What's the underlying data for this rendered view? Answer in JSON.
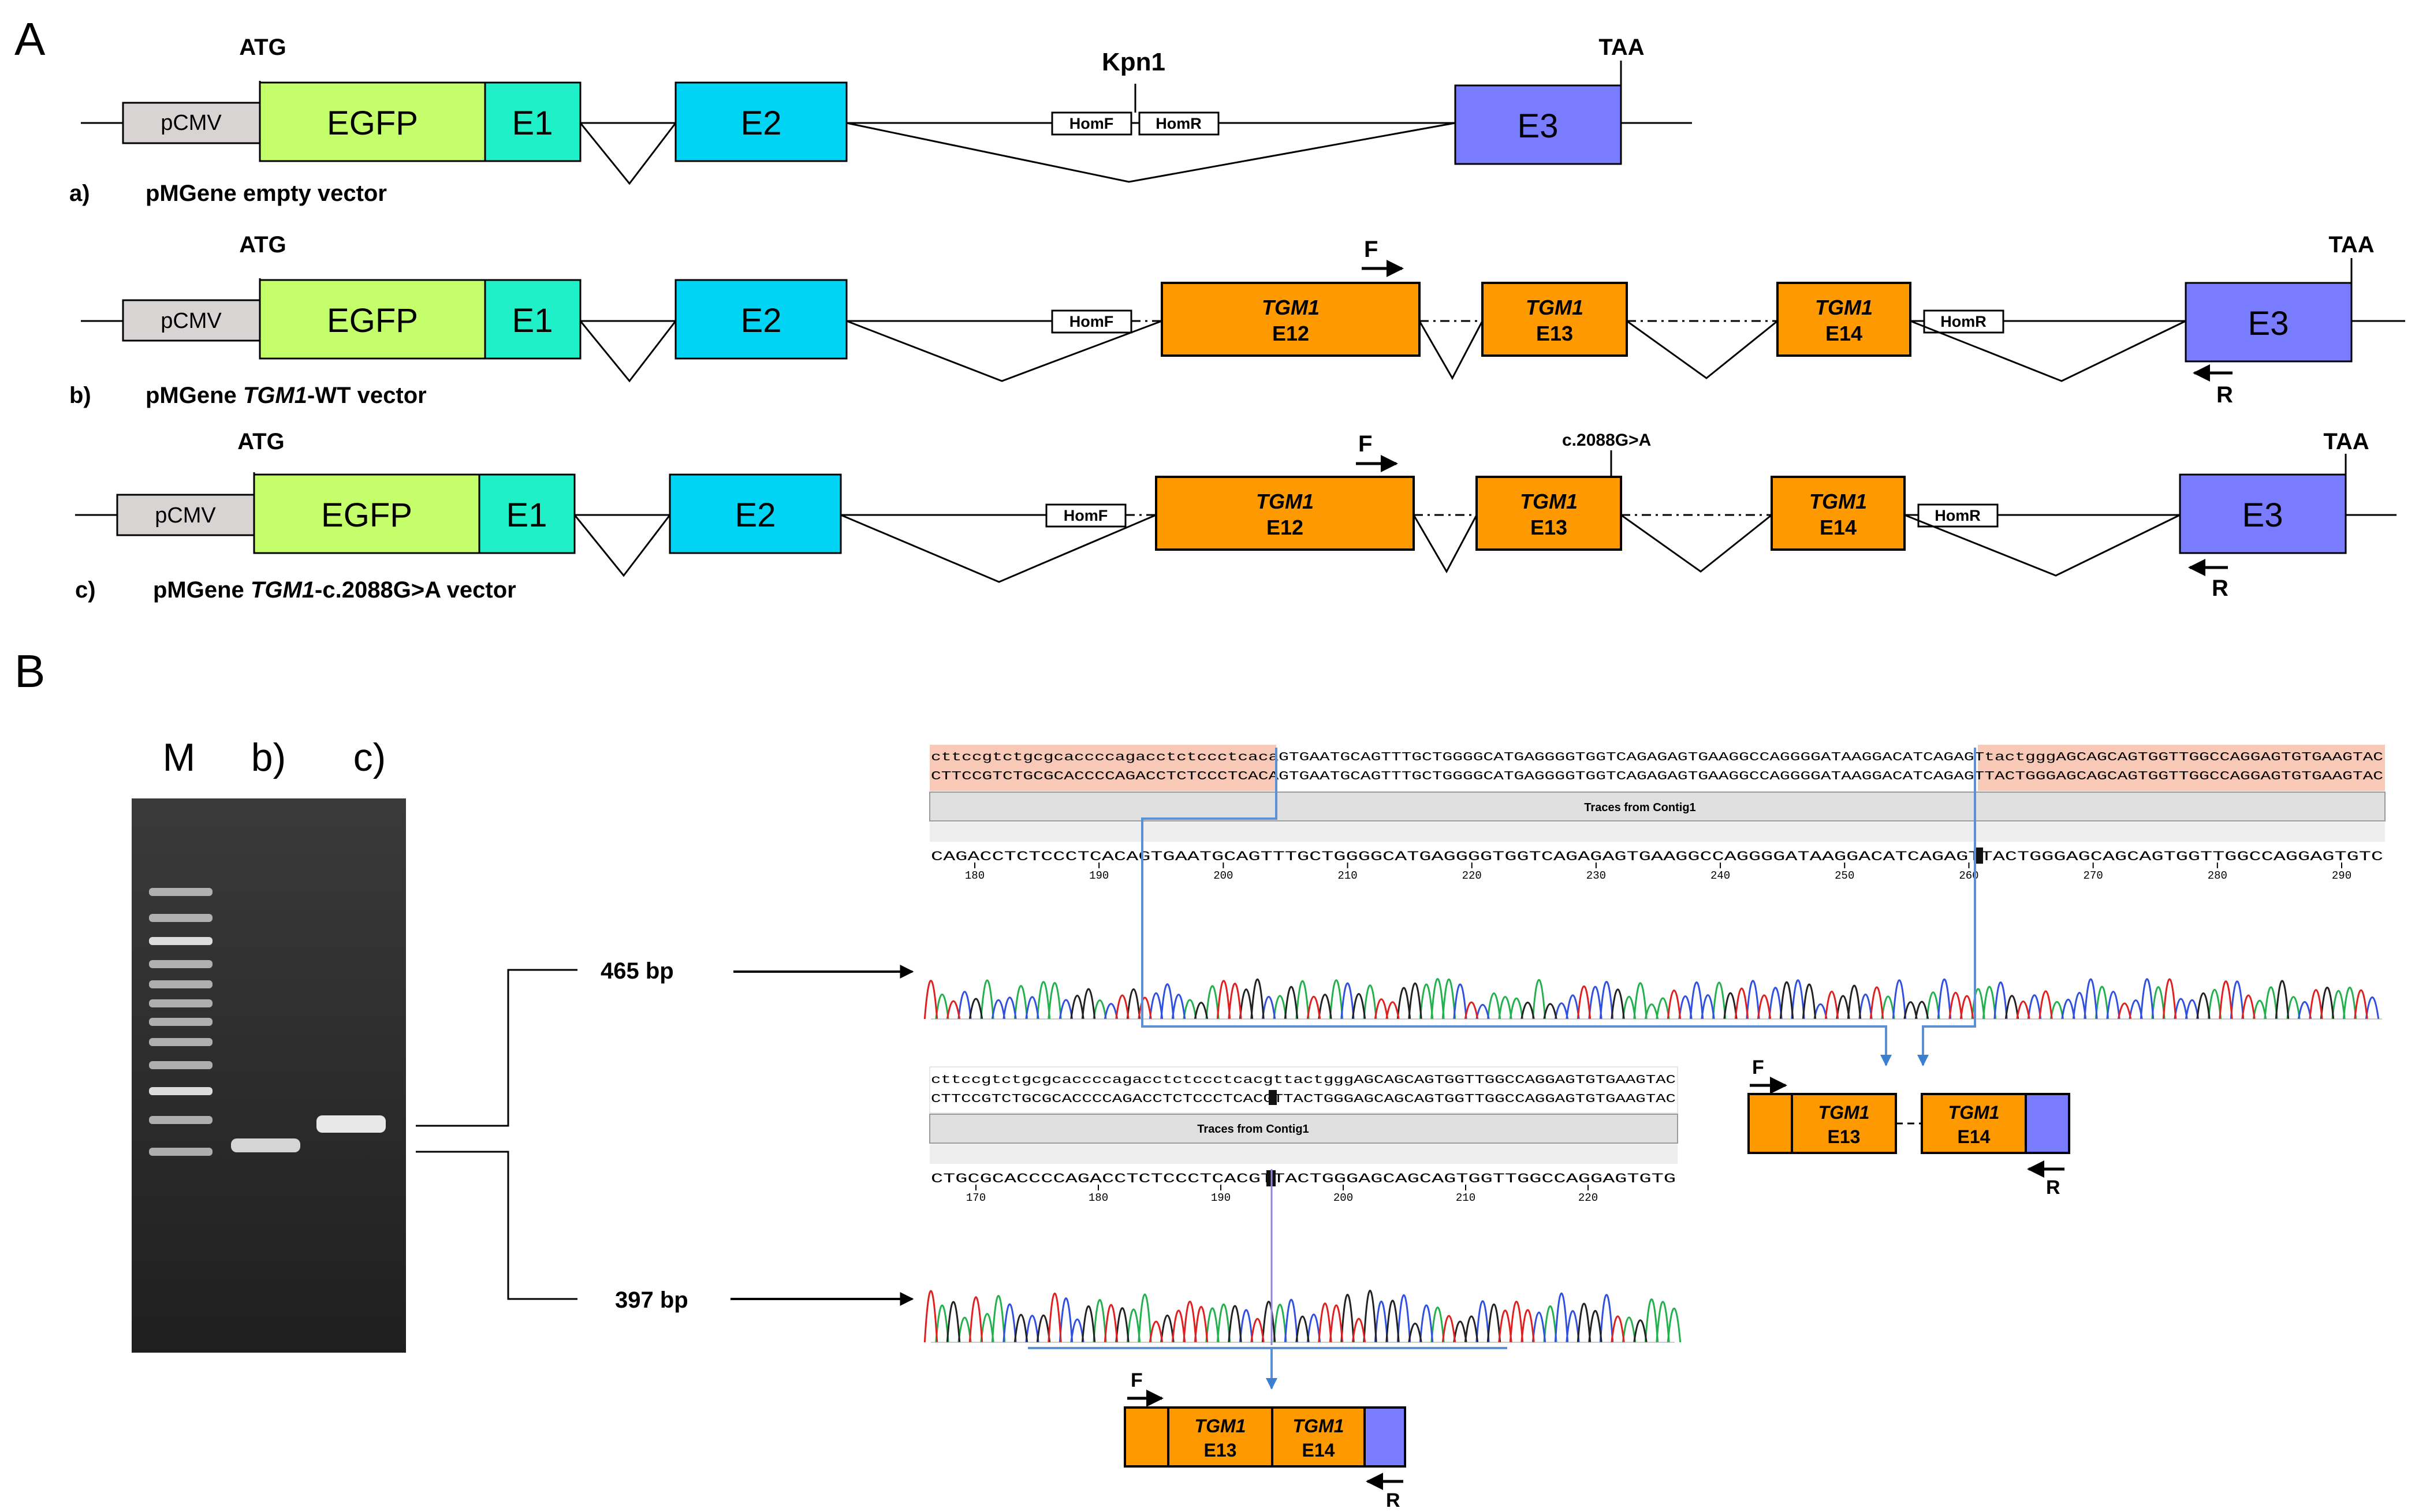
{
  "panel_labels": {
    "a": "A",
    "b": "B"
  },
  "construct_a": {
    "caption_letter": "a)",
    "caption": "pMGene empty vector",
    "promoter": "pCMV",
    "start_codon": "ATG",
    "stop_codon": "TAA",
    "reporter": "EGFP",
    "exon1": "E1",
    "exon2": "E2",
    "exon3": "E3",
    "site": "Kpn1",
    "hom_f": "HomF",
    "hom_r": "HomR"
  },
  "construct_b": {
    "caption_letter": "b)",
    "caption_pre": "pMGene ",
    "caption_gene": "TGM1",
    "caption_post": "-WT vector",
    "promoter": "pCMV",
    "start_codon": "ATG",
    "stop_codon": "TAA",
    "reporter": "EGFP",
    "exon1": "E1",
    "exon2": "E2",
    "exon3": "E3",
    "hom_f": "HomF",
    "hom_r": "HomR",
    "gene": "TGM1",
    "e12": "E12",
    "e13": "E13",
    "e14": "E14",
    "primer_f": "F",
    "primer_r": "R"
  },
  "construct_c": {
    "caption_letter": "c)",
    "caption_pre": "pMGene ",
    "caption_gene": "TGM1",
    "caption_post": "-c.2088G>A vector",
    "mutation": "c.2088G>A",
    "promoter": "pCMV",
    "start_codon": "ATG",
    "stop_codon": "TAA",
    "reporter": "EGFP",
    "exon1": "E1",
    "exon2": "E2",
    "exon3": "E3",
    "hom_f": "HomF",
    "hom_r": "HomR",
    "gene": "TGM1",
    "e12": "E12",
    "e13": "E13",
    "e14": "E14",
    "primer_f": "F",
    "primer_r": "R"
  },
  "gel": {
    "lanes": [
      "M",
      "b)",
      "c)"
    ],
    "band_upper": "465 bp",
    "band_lower": "397 bp"
  },
  "trace_top": {
    "seq1": "cttccgtctgcgcaccccagacctctccctcacaGTGAATGCAGTTTGCTGGGGCATGAGGGGTGGTCAGAGAGTGAAGGCCAGGGGATAAGGACATCAGAGTtactgggAGCAGCAGTGGTTGGCCAGGAGTGTGAAGTAC",
    "seq2": "CTTCCGTCTGCGCACCCCAGACCTCTCCCTCACAGTGAATGCAGTTTGCTGGGGCATGAGGGGTGGTCAGAGAGTGAAGGCCAGGGGATAAGGACATCAGAGTTACTGGGAGCAGCAGTGGTTGGCCAGGAGTGTGAAGTAC",
    "bar_label": "Traces from Contig1",
    "consensus": "CAGACCTCTCCCTCACAGTGAATGCAGTTTGCTGGGGCATGAGGGGTGGTCAGAGAGTGAAGGCCAGGGGATAAGGACATCAGAGTTACTGGGAGCAGCAGTGGTTGGCCAGGAGTGTC",
    "ticks": [
      "180",
      "190",
      "200",
      "210",
      "220",
      "230",
      "240",
      "250",
      "260",
      "270",
      "280",
      "290"
    ]
  },
  "trace_bottom": {
    "seq1": "cttccgtctgcgcaccccagacctctccctcacgttactgggAGCAGCAGTGGTTGGCCAGGAGTGTGAAGTAC",
    "seq2": "CTTCCGTCTGCGCACCCCAGACCTCTCCCTCACGTTACTGGGAGCAGCAGTGGTTGGCCAGGAGTGTGAAGTAC",
    "bar_label": "Traces from Contig1",
    "consensus": "CTGCGCACCCCAGACCTCTCCCTCACGTTACTGGGAGCAGCAGTGGTTGGCCAGGAGTGTG",
    "ticks": [
      "170",
      "180",
      "190",
      "200",
      "210",
      "220"
    ]
  },
  "splice_right": {
    "gene": "TGM1",
    "e13": "E13",
    "e14": "E14",
    "primer_f": "F",
    "primer_r": "R"
  },
  "splice_bottom": {
    "gene": "TGM1",
    "e13": "E13",
    "e14": "E14",
    "primer_f": "F",
    "primer_r": "R"
  },
  "colors": {
    "pcmv": "#d9d4d4",
    "egfp": "#c4ff6b",
    "e1": "#1ff0c8",
    "e2": "#00d4f5",
    "e3": "#7a7cff",
    "tgm1": "#ff9900",
    "peach": "#f5b79d",
    "gel": "#2a2a2a",
    "trace_a": "#22b14c",
    "trace_c": "#3050e0",
    "trace_g": "#222222",
    "trace_t": "#e02020",
    "link": "#5b8fd6"
  }
}
